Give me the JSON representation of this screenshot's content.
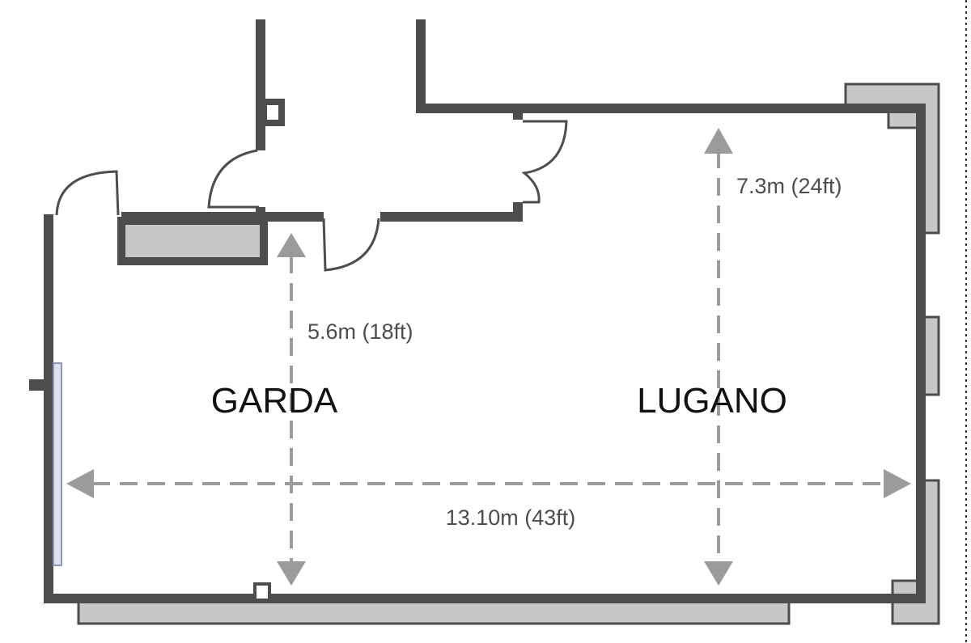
{
  "rooms": [
    {
      "name": "GARDA"
    },
    {
      "name": "LUGANO"
    }
  ],
  "dimensions": {
    "garda_depth": "5.6m (18ft)",
    "lugano_depth": "7.3m (24ft)",
    "total_length": "13.10m (43ft)"
  },
  "colors": {
    "wall": "#4d4d4f",
    "fixture_fill": "#c8c7c7",
    "fixture_stroke": "#4d4d4f",
    "window_fill": "#dde1ee",
    "window_stroke": "#8f95b2",
    "dimension": "#9b9b9b",
    "dimension_text": "#4d4d4f",
    "room_text": "#111111",
    "edge_dots": "#333333"
  }
}
